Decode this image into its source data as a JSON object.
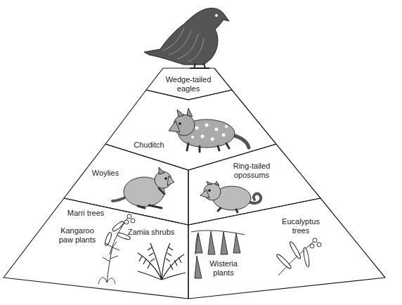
{
  "diagram": {
    "nodes": [
      {
        "text": [
          "Wedge-tailed eagles"
        ]
      },
      {
        "text": [
          "Chuditch"
        ]
      },
      {
        "text": [
          "Woylies"
        ]
      },
      {
        "text": [
          "Ring-tailed opossums"
        ]
      },
      {
        "text": [
          "Marri trees",
          "Kangaroo paw plants",
          "Zamia shrubs"
        ]
      },
      {
        "text": [
          "Eucalyptus trees",
          "Wisteria plants"
        ]
      }
    ]
  }
}
